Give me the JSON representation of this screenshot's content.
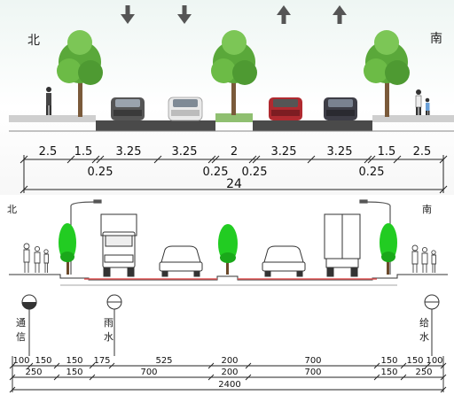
{
  "top": {
    "labels": {
      "north": "北",
      "south": "南"
    },
    "dims_upper": [
      "2.5",
      "1.5",
      "3.25",
      "3.25",
      "2",
      "3.25",
      "3.25",
      "1.5",
      "2.5"
    ],
    "dims_lower": [
      "0.25",
      "0.25",
      "0.25",
      "0.25"
    ],
    "total": "24",
    "traffic_arrows": [
      "down",
      "down",
      "up",
      "up"
    ]
  },
  "bottom": {
    "labels": {
      "north": "北",
      "south": "南"
    },
    "utilities": [
      {
        "label_line1": "通",
        "label_line2": "信"
      },
      {
        "label_line1": "雨",
        "label_line2": "水"
      },
      {
        "label_line1": "给",
        "label_line2": "水"
      }
    ],
    "dims_row1": [
      "100",
      "150",
      "150",
      "175",
      "525",
      "200",
      "700",
      "150",
      "150",
      "100"
    ],
    "dims_row2": [
      "250",
      "150",
      "700",
      "200",
      "700",
      "150",
      "250"
    ],
    "total": "2400"
  },
  "colors": {
    "tree": "#5aa83a",
    "tree_bright": "#22cc22",
    "road": "#4a4a4a",
    "curb_red": "#e05555",
    "line": "#222222"
  }
}
